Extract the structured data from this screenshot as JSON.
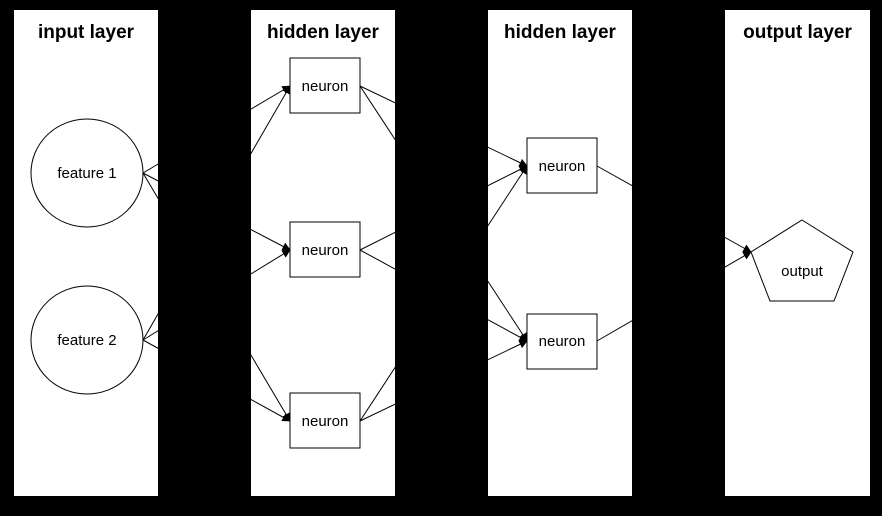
{
  "diagram": {
    "kind": "neural-network-flowchart",
    "background_color": "#000000",
    "panel_fill": "#ffffff",
    "line_color": "#000000",
    "text_color": "#000000"
  },
  "panels": [
    {
      "title": "input layer",
      "nodes": [
        {
          "id": "feature-1",
          "shape": "circle",
          "label": "feature 1"
        },
        {
          "id": "feature-2",
          "shape": "circle",
          "label": "feature 2"
        }
      ]
    },
    {
      "title": "hidden layer",
      "nodes": [
        {
          "id": "h1-neuron-1",
          "shape": "rectangle",
          "label": "neuron"
        },
        {
          "id": "h1-neuron-2",
          "shape": "rectangle",
          "label": "neuron"
        },
        {
          "id": "h1-neuron-3",
          "shape": "rectangle",
          "label": "neuron"
        }
      ]
    },
    {
      "title": "hidden layer",
      "nodes": [
        {
          "id": "h2-neuron-1",
          "shape": "rectangle",
          "label": "neuron"
        },
        {
          "id": "h2-neuron-2",
          "shape": "rectangle",
          "label": "neuron"
        }
      ]
    },
    {
      "title": "output layer",
      "nodes": [
        {
          "id": "output",
          "shape": "pentagon",
          "label": "output"
        }
      ]
    }
  ],
  "edges": [
    {
      "from": "feature-1",
      "to": "h1-neuron-1"
    },
    {
      "from": "feature-1",
      "to": "h1-neuron-2"
    },
    {
      "from": "feature-1",
      "to": "h1-neuron-3"
    },
    {
      "from": "feature-2",
      "to": "h1-neuron-1"
    },
    {
      "from": "feature-2",
      "to": "h1-neuron-2"
    },
    {
      "from": "feature-2",
      "to": "h1-neuron-3"
    },
    {
      "from": "h1-neuron-1",
      "to": "h2-neuron-1"
    },
    {
      "from": "h1-neuron-1",
      "to": "h2-neuron-2"
    },
    {
      "from": "h1-neuron-2",
      "to": "h2-neuron-1"
    },
    {
      "from": "h1-neuron-2",
      "to": "h2-neuron-2"
    },
    {
      "from": "h1-neuron-3",
      "to": "h2-neuron-1"
    },
    {
      "from": "h1-neuron-3",
      "to": "h2-neuron-2"
    },
    {
      "from": "h2-neuron-1",
      "to": "output"
    },
    {
      "from": "h2-neuron-2",
      "to": "output"
    }
  ]
}
